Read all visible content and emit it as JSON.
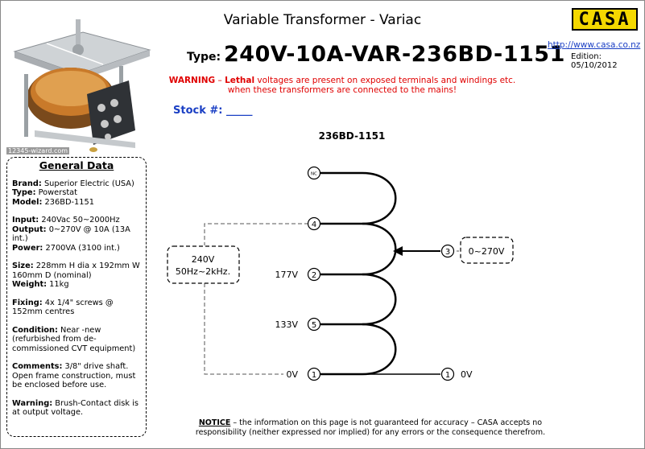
{
  "header": {
    "title": "Variable Transformer - Variac",
    "type_label": "Type:",
    "type_value": "240V-10A-VAR-236BD-1151",
    "warning_label": "WARNING",
    "warning_dash": " – ",
    "warning_lethal": "Lethal",
    "warning_text": " voltages are present on exposed terminals and windings etc. when these transformers are connected to the mains!",
    "stock_label": "Stock #: _____"
  },
  "brand": {
    "logo_text": "CASA",
    "url": "http://www.casa.co.nz",
    "edition": "Edition: 05/10/2012"
  },
  "photo": {
    "watermark": "12345-wizard.com"
  },
  "general_data": {
    "title": "General Data",
    "brand_label": "Brand:",
    "brand_value": " Superior Electric  (USA)",
    "type_label": "Type:",
    "type_value": " Powerstat",
    "model_label": "Model:",
    "model_value": " 236BD-1151",
    "input_label": "Input:",
    "input_value": " 240Vac 50~2000Hz",
    "output_label": "Output:",
    "output_value": " 0~270V @ 10A (13A int.)",
    "power_label": "Power:",
    "power_value": " 2700VA (3100 int.)",
    "size_label": "Size:",
    "size_value": " 228mm H dia x 192mm W 160mm D (nominal)",
    "weight_label": "Weight:",
    "weight_value": " 11kg",
    "fixing_label": "Fixing:",
    "fixing_value": " 4x 1/4\" screws @ 152mm centres",
    "condition_label": "Condition:",
    "condition_value": " Near -new (refurbished from de-commissioned CVT equipment)",
    "comments_label": "Comments:",
    "comments_value": " 3/8\" drive shaft. Open frame construction, must be enclosed before use.",
    "warning_label": "Warning:",
    "warning_value": " Brush-Contact disk is at output voltage."
  },
  "diagram": {
    "title": "236BD-1151",
    "terminal_nc": "NC",
    "terminal_4": "4",
    "terminal_3": "3",
    "terminal_2": "2",
    "terminal_5": "5",
    "terminal_1a": "1",
    "terminal_1b": "1",
    "label_177": "177V",
    "label_133": "133V",
    "label_0v_left": "0V",
    "label_0v_right": "0V",
    "input_line1": "240V",
    "input_line2": "50Hz~2kHz.",
    "output_box": "0~270V"
  },
  "notice": {
    "label": "NOTICE",
    "text": " – the information on this page is not guaranteed for accuracy – CASA accepts no responsibility (neither expressed nor implied) for any errors or the consequence therefrom."
  }
}
